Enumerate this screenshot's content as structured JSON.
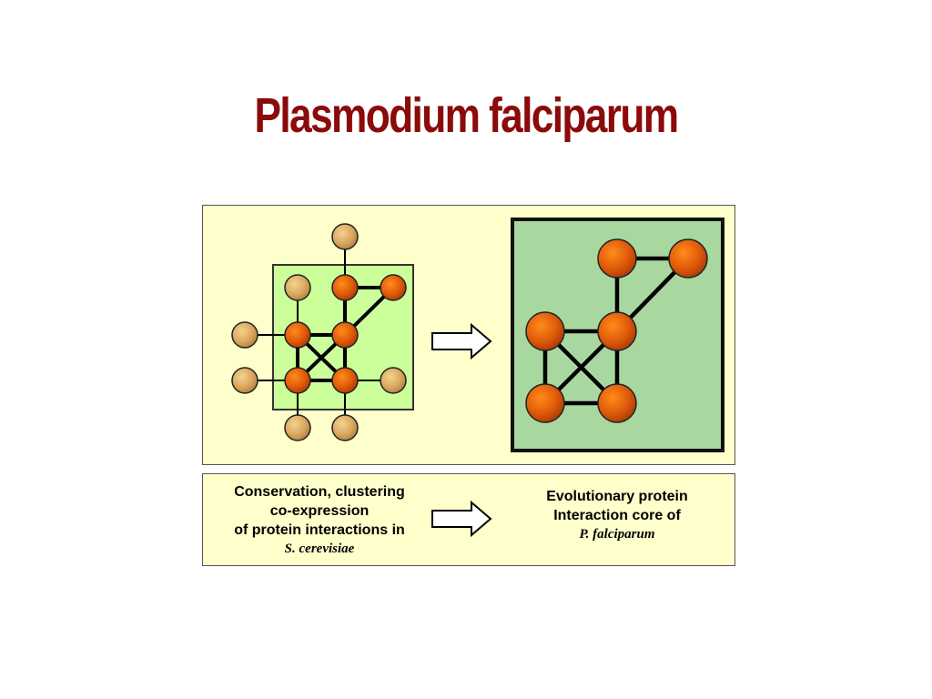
{
  "title": "Plasmodium falciparum",
  "colors": {
    "title": "#8b0a0a",
    "panel_background": "#ffffcc",
    "inner_box_light": "#ccff99",
    "inner_box_dark": "#a8d8a0",
    "core_node": "#e05a0a",
    "peripheral_node": "#d9a860",
    "edge": "#000000",
    "arrow_fill": "#ffffff"
  },
  "captions": {
    "left": {
      "line1": "Conservation, clustering",
      "line2": "co-expression",
      "line3": "of protein interactions in",
      "species": "S. cerevisiae"
    },
    "right": {
      "line1": "Evolutionary protein",
      "line2": "Interaction core of",
      "species": "P. falciparum"
    }
  }
}
